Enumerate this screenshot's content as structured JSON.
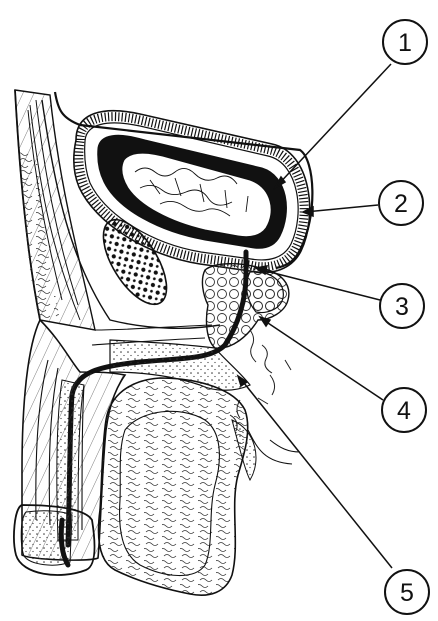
{
  "diagram": {
    "subject": "sagittal-section-male-pelvis",
    "ink_color": "#111111",
    "paper_color": "#ffffff",
    "callouts": [
      {
        "id": "callout-1",
        "label": "1"
      },
      {
        "id": "callout-2",
        "label": "2"
      },
      {
        "id": "callout-3",
        "label": "3"
      },
      {
        "id": "callout-4",
        "label": "4"
      },
      {
        "id": "callout-5",
        "label": "5"
      }
    ]
  }
}
